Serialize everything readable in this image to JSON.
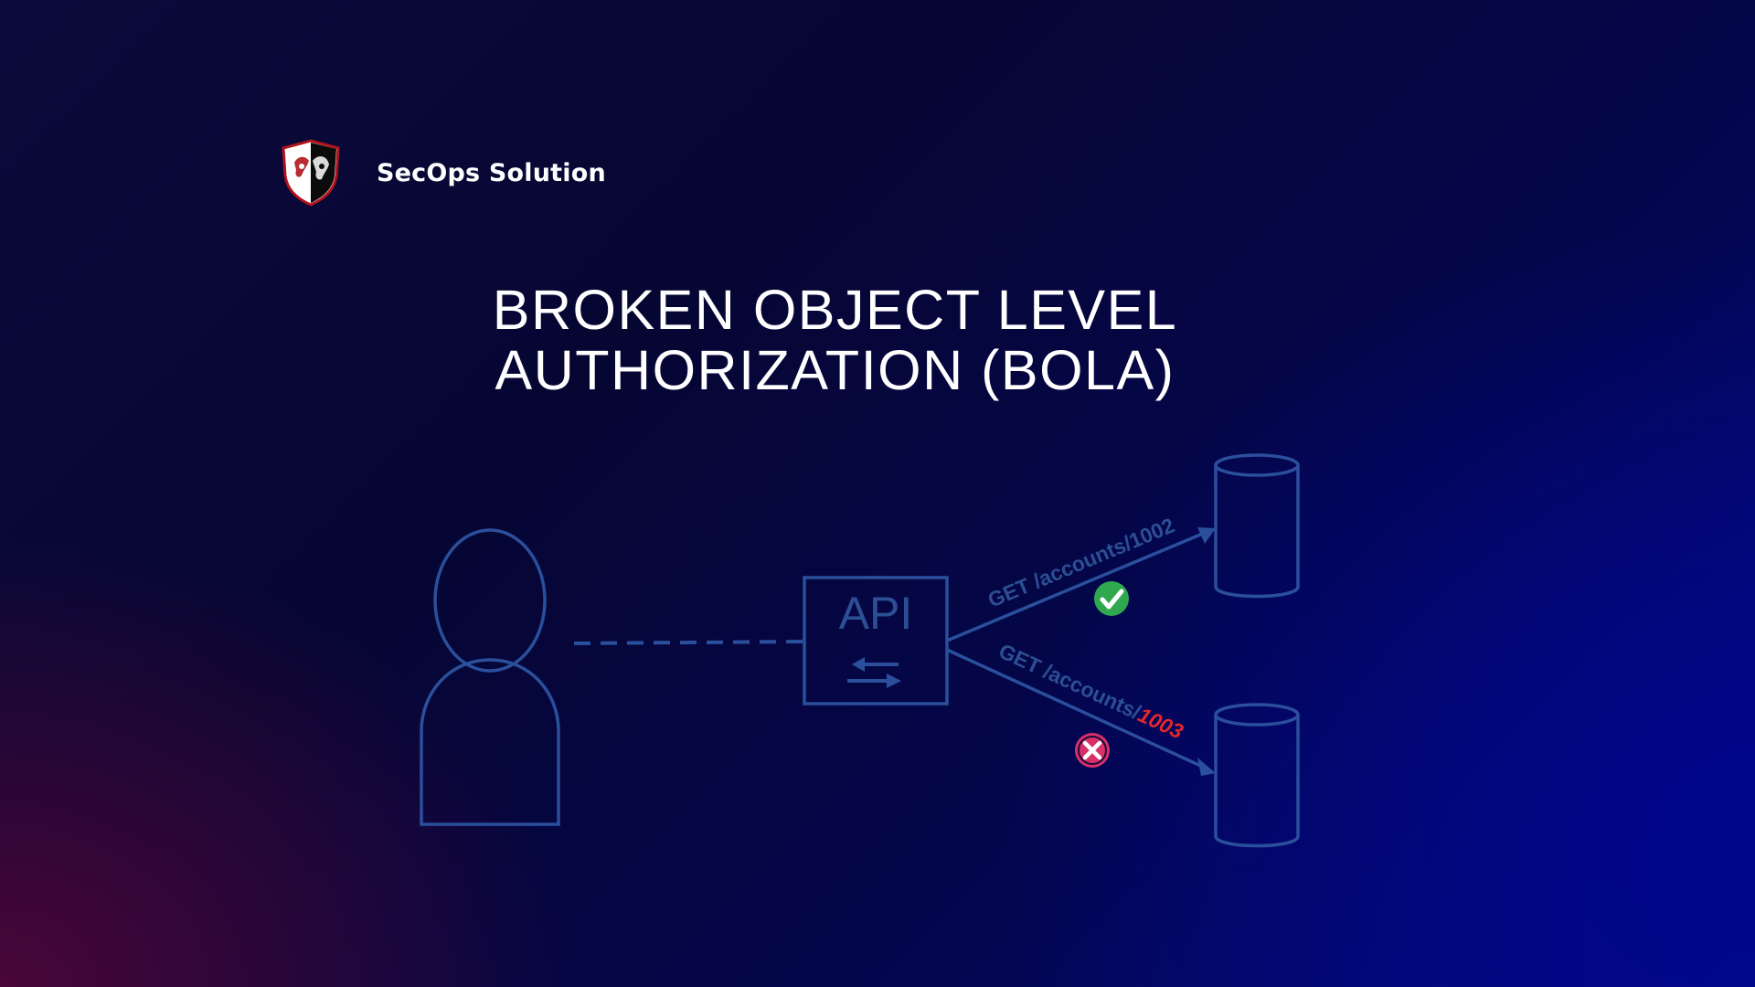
{
  "brand": {
    "name": "SecOps Solution",
    "logo": "shield-lion-logo"
  },
  "title": {
    "line1": "BROKEN OBJECT LEVEL",
    "line2": "AUTHORIZATION (BOLA)"
  },
  "diagram": {
    "api_label": "API",
    "request_allowed": {
      "prefix": "GET /accounts/1002",
      "status_icon": "check-circle-icon",
      "status_color": "#2fa84f"
    },
    "request_denied": {
      "prefix": "GET /accounts/",
      "id": "1003",
      "id_color": "#e0262f",
      "status_icon": "x-circle-icon",
      "status_color": "#d9306a"
    },
    "line_color": "#2a4f9c",
    "label_color": "#2c4f94"
  }
}
